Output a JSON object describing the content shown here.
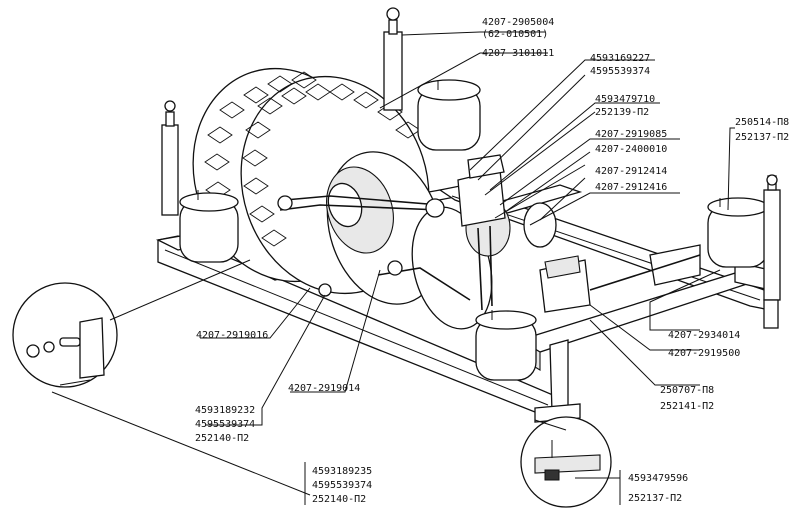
{
  "callouts": {
    "shock_absorber_top": [
      "4207-2905004",
      "(62-010501)"
    ],
    "wheel_assembly": [
      "4207-3101011"
    ],
    "bolt_set_top": [
      "4593169227",
      "4595539374"
    ],
    "nut_set_top": [
      "4593479710",
      "252139-П2"
    ],
    "link_arm_1": [
      "4207-2919085"
    ],
    "axle": [
      "4207-2400010"
    ],
    "bracket_a": [
      "4207-2912414"
    ],
    "bracket_b": [
      "4207-2912416"
    ],
    "right_nut_set": [
      "250514-П8",
      "252137-П2"
    ],
    "rear_link": [
      "4207-2934014"
    ],
    "rear_rod": [
      "4207-2919500"
    ],
    "left_link": [
      "4207-2919016"
    ],
    "center_link": [
      "4207-2919014"
    ],
    "left_bolt_set": [
      "4593189232",
      "4595539374",
      "252140-П2"
    ],
    "right_lower_set": [
      "250707-П8",
      "252141-П2"
    ],
    "bottom_left_set": [
      "4593189235",
      "4595539374",
      "252140-П2"
    ],
    "bottom_right_set": [
      "4593479596",
      "252137-П2"
    ]
  }
}
